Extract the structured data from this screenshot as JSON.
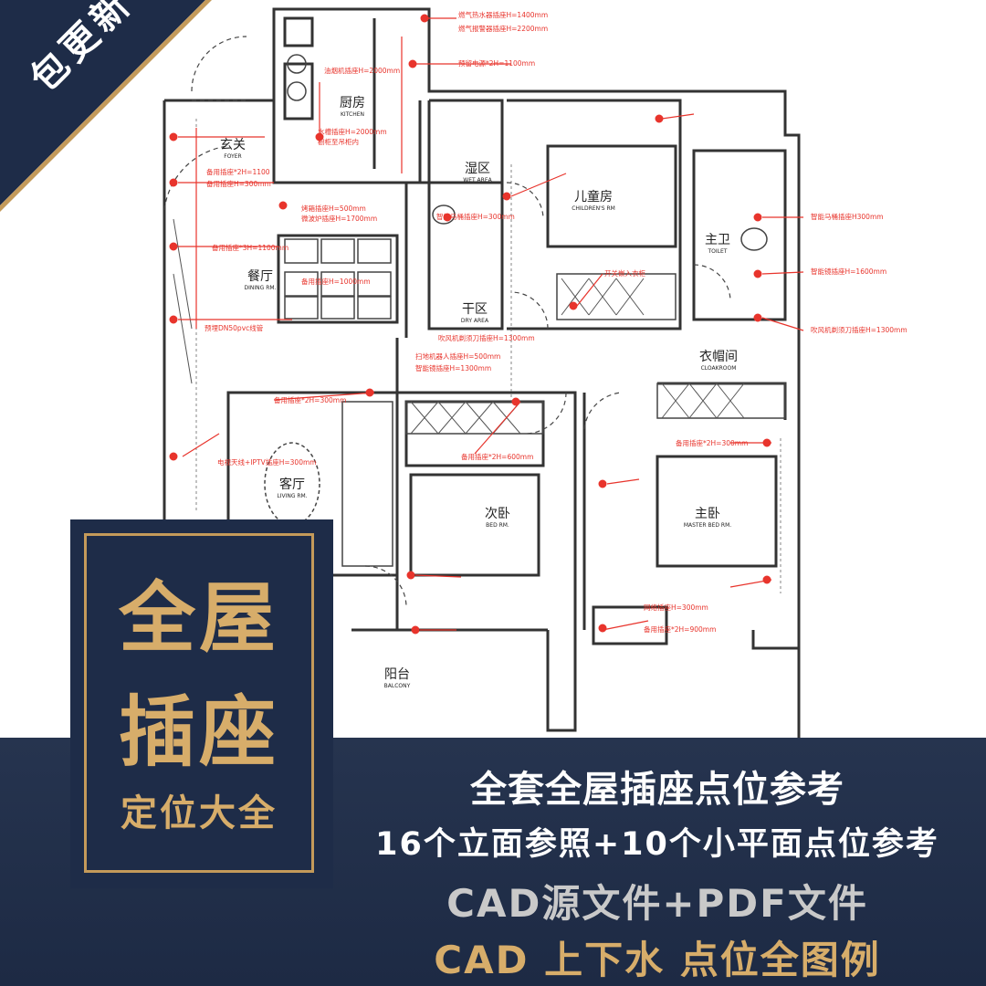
{
  "badge": {
    "text": "包更新",
    "color": "#1e2c48"
  },
  "hero": {
    "line1": "全屋",
    "line2": "插座",
    "line3": "定位大全",
    "gold": "#d7ad6a"
  },
  "subtitle": {
    "line1": "全套全屋插座点位参考",
    "line2": "16个立面参照+10个小平面点位参考",
    "line3": "CAD源文件+PDF文件",
    "line4": "CAD 上下水 点位全图例"
  },
  "rooms": [
    {
      "cn": "厨房",
      "en": "KITCHEN"
    },
    {
      "cn": "玄关",
      "en": "FOYER"
    },
    {
      "cn": "湿区",
      "en": "WET AREA"
    },
    {
      "cn": "儿童房",
      "en": "CHILDREN'S RM"
    },
    {
      "cn": "主卫",
      "en": "TOILET"
    },
    {
      "cn": "餐厅",
      "en": "DINING RM."
    },
    {
      "cn": "干区",
      "en": "DRY AREA"
    },
    {
      "cn": "衣帽间",
      "en": "CLOAKROOM"
    },
    {
      "cn": "客厅",
      "en": "LIVING RM."
    },
    {
      "cn": "次卧",
      "en": "BED RM."
    },
    {
      "cn": "主卧",
      "en": "MASTER BED RM."
    },
    {
      "cn": "阳台",
      "en": "BALCONY"
    }
  ],
  "notes": [
    "燃气热水器插座H=1400mm",
    "燃气报警器插座H=2200mm",
    "预留电源*2H=1100mm",
    "油烟机插座H=2000mm",
    "水槽插座H=2000mm",
    "橱柜至吊柜内",
    "烤箱插座H=500mm",
    "微波炉插座H=1700mm",
    "备用插座*2H=1100",
    "备用插座H=300mm",
    "备用插座*3H=1100mm",
    "备用插座H=1000mm",
    "智能马桶插座H=300mm",
    "开关嵌入衣柜",
    "吹风机剃须刀插座H=1300mm",
    "扫地机器人插座H=500mm",
    "智能镜插座H=1300mm",
    "备用插座*2H=300mm",
    "预埋DN50pvc线管",
    "电视天线+IPTV插座H=300mm",
    "备用插座*2H=600mm",
    "网络插座H=300mm",
    "备用插座*2H=900mm",
    "智能马桶插座H300mm",
    "智能镜插座H=1600mm",
    "吹风机剃须刀插座H=1300mm",
    "备用插座*2H=300mm"
  ],
  "colors": {
    "band": "#1e2c48",
    "red": "#e8342c",
    "wall": "#222222"
  }
}
